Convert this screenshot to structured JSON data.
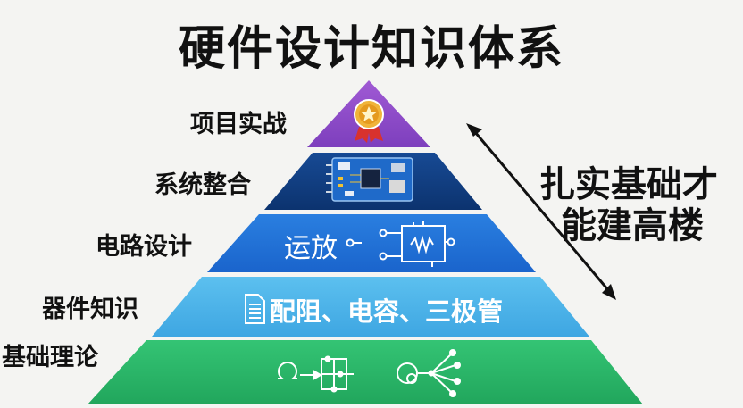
{
  "title": "硬件设计知识体系",
  "side_text": {
    "line1": "扎实基础才",
    "line2": "能建高楼"
  },
  "layers": [
    {
      "label": "项目实战",
      "icon": "medal-icon",
      "color": "#8e4cc7"
    },
    {
      "label": "系统整合",
      "icon": "circuit-board-icon",
      "color": "#0f3a7d"
    },
    {
      "label": "电路设计",
      "icon": "op-amp-schematic-icon",
      "color": "#1f6fd6",
      "content": "运放"
    },
    {
      "label": "器件知识",
      "icon": "document-icon",
      "color": "#4ab0e8",
      "content": "配阻、电容、三极管"
    },
    {
      "label": "基础理论",
      "icon": "ohm-circuit-icon",
      "color": "#28b568"
    }
  ],
  "arrow_icon": "double-arrow-icon"
}
